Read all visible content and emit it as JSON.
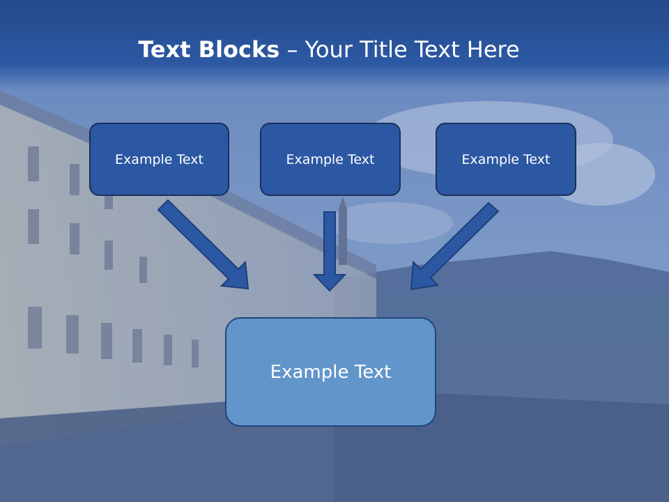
{
  "slide": {
    "title_bold": "Text Blocks",
    "title_rest": " – Your Title Text Here"
  },
  "boxes": {
    "top_left": "Example Text",
    "top_center": "Example Text",
    "top_right": "Example Text",
    "main": "Example Text"
  },
  "colors": {
    "title_bar": "#2c58a3",
    "top_box_fill": "#2c58a3",
    "main_box_fill": "#6296cb",
    "arrow_fill": "#2c58a3",
    "box_border": "#1b2f5a"
  }
}
